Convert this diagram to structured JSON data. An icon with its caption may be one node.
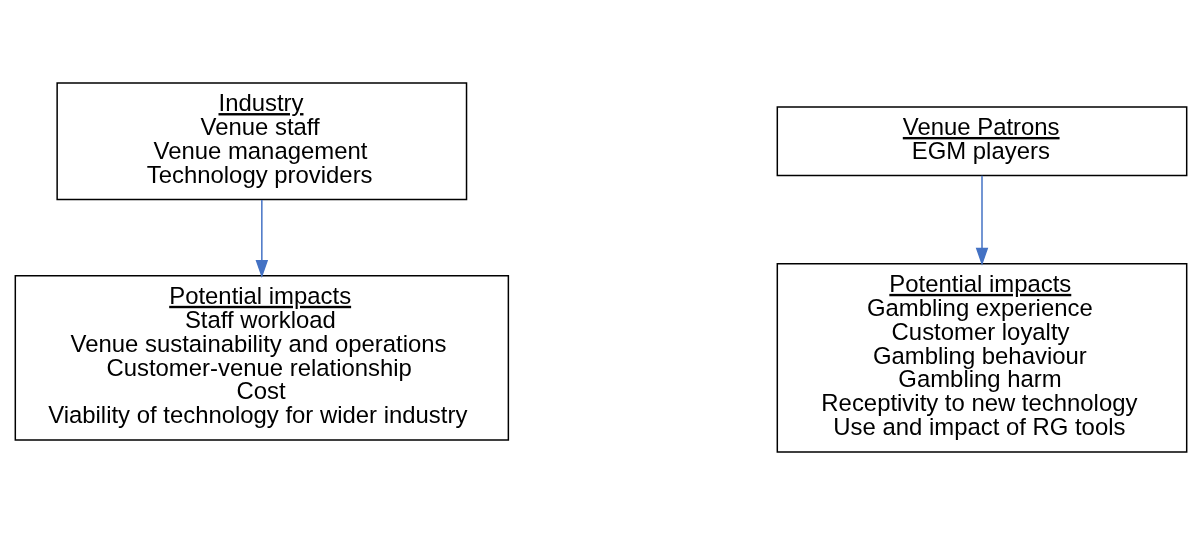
{
  "diagram": {
    "nodes": [
      {
        "text": [
          "Industry",
          "Venue staff",
          "Venue management",
          "Technology providers"
        ]
      },
      {
        "text": [
          "Potential impacts",
          "Staff workload",
          "Venue sustainability and operations",
          "Customer-venue relationship",
          "Cost",
          "Viability of technology for wider industry"
        ]
      },
      {
        "text": [
          "Venue Patrons",
          "EGM players"
        ]
      },
      {
        "text": [
          "Potential impacts",
          "Gambling experience",
          "Customer loyalty",
          "Gambling behaviour",
          "Gambling harm",
          "Receptivity to new technology",
          "Use and impact of RG tools"
        ]
      }
    ],
    "edges": [
      {
        "from": 0,
        "to": 1,
        "arrow": "to",
        "color": "#4472c4"
      },
      {
        "from": 2,
        "to": 3,
        "arrow": "to",
        "color": "#4472c4"
      }
    ]
  }
}
